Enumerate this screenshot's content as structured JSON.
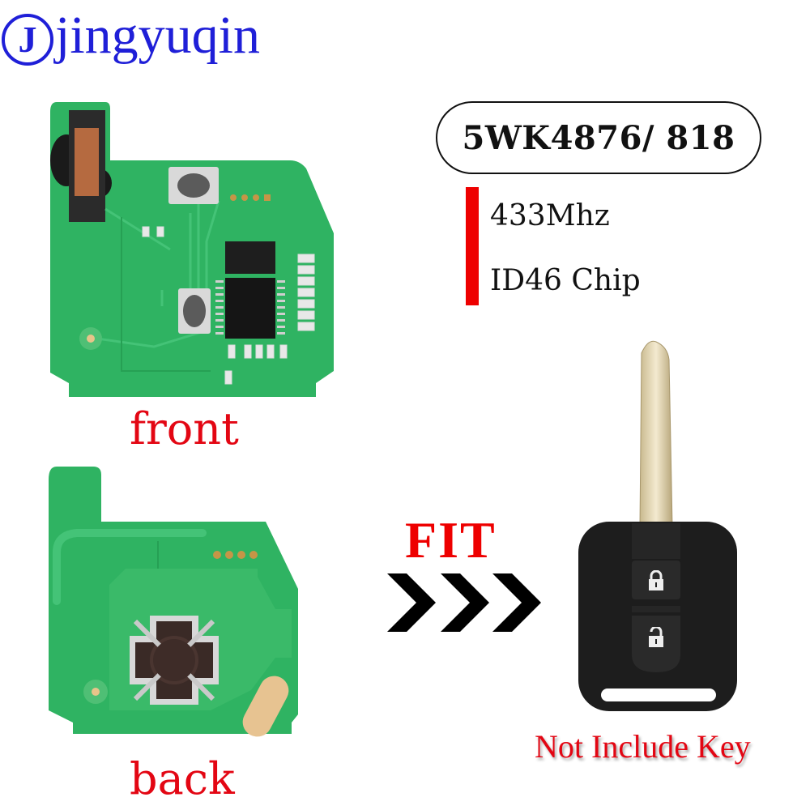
{
  "brand": {
    "logo_letter": "J",
    "name": "jingyuqin",
    "color": "#1f1fd8"
  },
  "product": {
    "model": "5WK4876/ 818",
    "specs": [
      {
        "label": "433Mhz"
      },
      {
        "label": "ID46 Chip"
      }
    ],
    "accent_color": "#ee0000"
  },
  "images": {
    "front_label": "front",
    "back_label": "back",
    "pcb_color": "#2fb362"
  },
  "fit": {
    "label": "FIT",
    "arrow_icon": "triple-chevron-right"
  },
  "key": {
    "buttons": [
      {
        "icon": "lock-icon"
      },
      {
        "icon": "unlock-icon"
      }
    ]
  },
  "notice": {
    "text": "Not Include Key"
  }
}
